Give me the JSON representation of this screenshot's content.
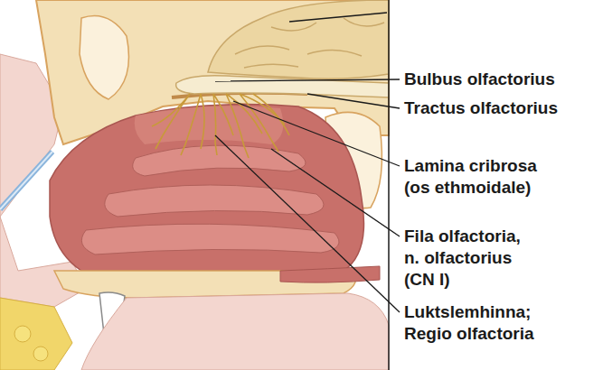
{
  "diagram": {
    "labels": [
      "Bulbus olfactorius",
      "Tractus olfactorius",
      "Lamina cribrosa (os ethmoidale)",
      "Fila olfactoria, n. olfactorius (CN I)",
      "Luktslemhinna; Regio olfactoria"
    ]
  }
}
